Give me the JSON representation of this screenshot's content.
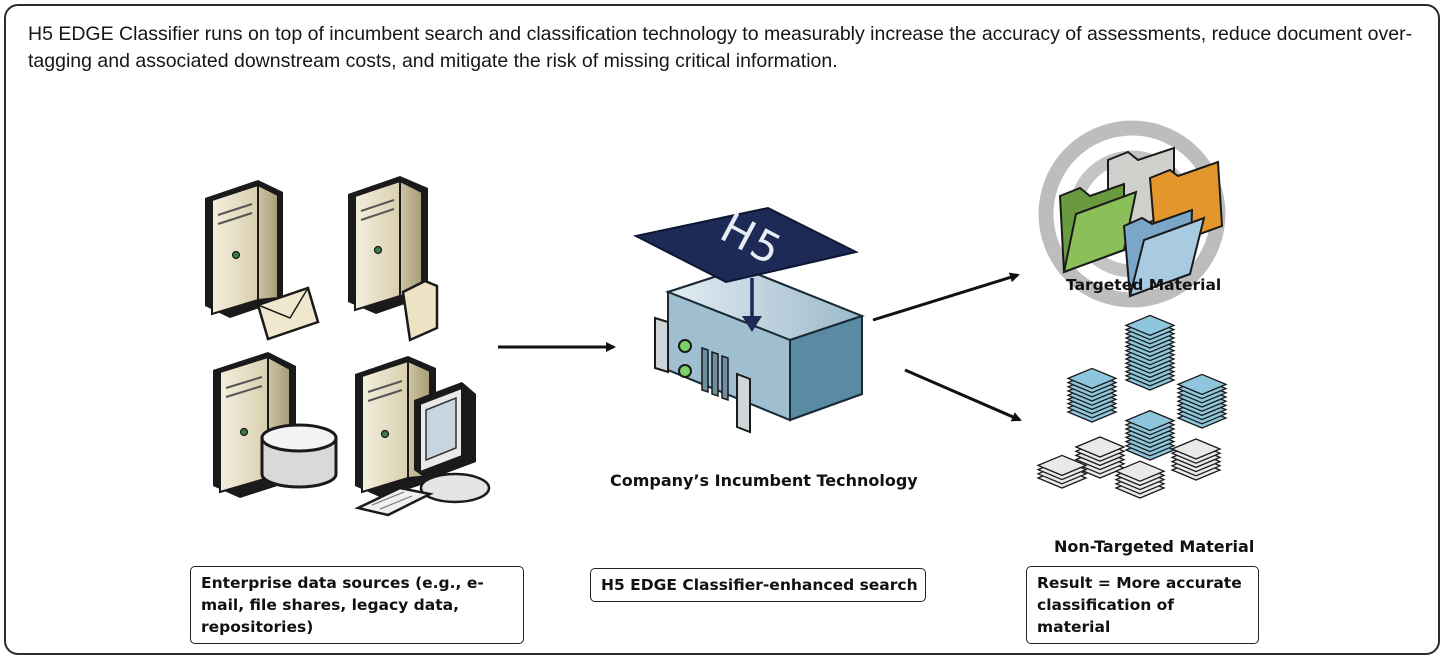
{
  "intro_text": "H5 EDGE Classifier runs on top of incumbent search and classification technology to measurably increase the accuracy of assessments, reduce document over-tagging and associated downstream costs, and mitigate the risk of missing critical information.",
  "nodes": {
    "sources": {
      "label": "Enterprise data sources (e.g., e-mail, file shares, legacy data, repositories)"
    },
    "incumbent": {
      "caption": "Company’s Incumbent Technology",
      "logo_text": "H5"
    },
    "enhanced_search": {
      "label": "H5 EDGE Classifier-enhanced search"
    },
    "targeted": {
      "caption": "Targeted Material"
    },
    "non_targeted": {
      "caption": "Non-Targeted Material"
    },
    "result": {
      "label": "Result = More accurate classification of material"
    }
  },
  "colors": {
    "frame": "#2b2b2b",
    "server_beige": "#e9e1c8",
    "server_dark": "#1a1a1a",
    "h5_card": "#1c2a55",
    "rack_blue": "#8fb2c6",
    "target_ring": "#b9b9b9",
    "folder_green": "#6a9a3f",
    "folder_orange": "#e3962c",
    "folder_blue": "#7aa7c7",
    "doc_blue": "#8ec6dd"
  }
}
